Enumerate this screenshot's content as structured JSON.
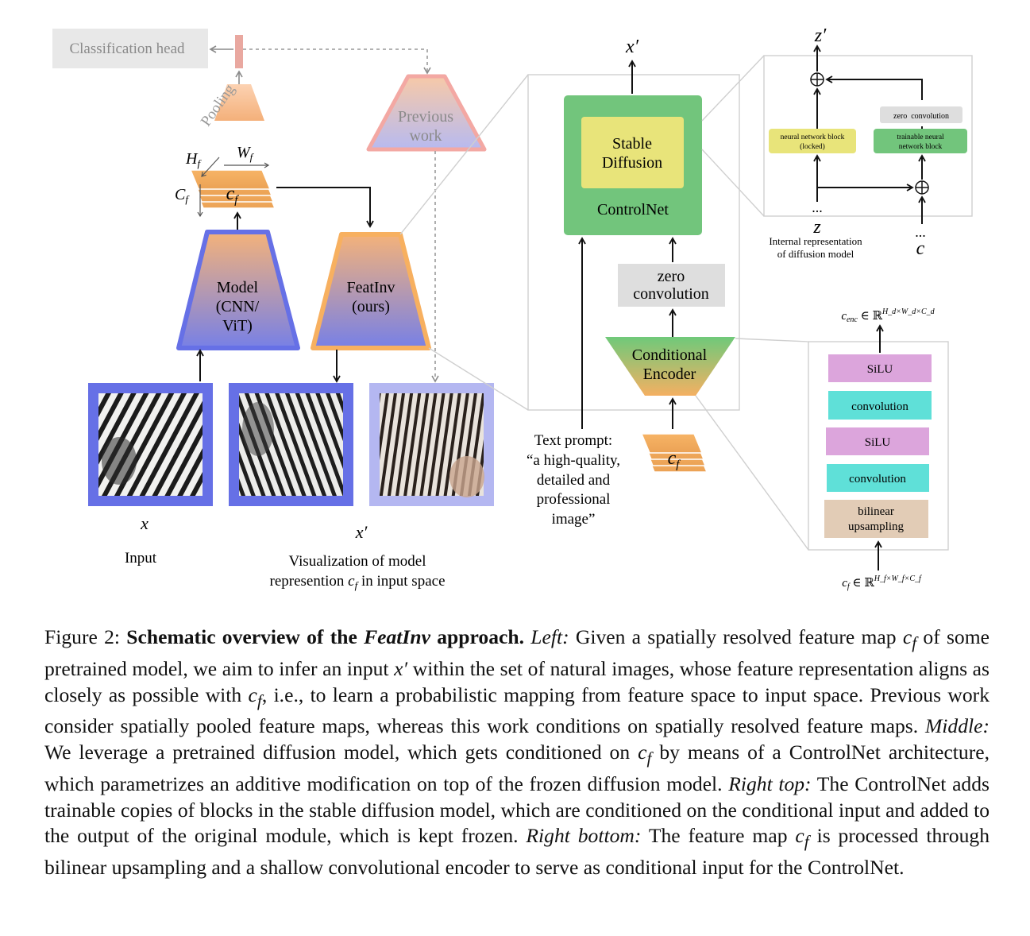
{
  "left": {
    "classification_head": "Classification head",
    "pooling": "Pooling",
    "previous_work": [
      "Previous",
      "work"
    ],
    "dim_h": "H",
    "dim_w": "W",
    "dim_c": "C",
    "dim_sub": "f",
    "feature_map_label": "c",
    "feature_map_sub": "f",
    "model": [
      "Model",
      "(CNN/",
      "ViT)"
    ],
    "featinv": [
      "FeatInv",
      "(ours)"
    ],
    "input_symbol": "x",
    "input_caption": "Input",
    "output_symbol": "x′",
    "vis_caption_line1": "Visualization of model",
    "vis_caption_line2_a": "represention ",
    "vis_caption_line2_sym": "c",
    "vis_caption_line2_sub": "f",
    "vis_caption_line2_b": " in input space"
  },
  "middle": {
    "output_symbol": "x′",
    "stable_diffusion": [
      "Stable",
      "Diffusion"
    ],
    "controlnet": "ControlNet",
    "zero_convolution": [
      "zero",
      "convolution"
    ],
    "conditional_encoder": [
      "Conditional",
      "Encoder"
    ],
    "text_prompt": [
      "Text prompt:",
      "“a high-quality,",
      "detailed and",
      "professional",
      "image”"
    ],
    "feature_map_label": "c",
    "feature_map_sub": "f"
  },
  "right_top": {
    "z_out": "z′",
    "zero_convolution": "zero  convolution",
    "locked_block": [
      "neural network block",
      "(locked)"
    ],
    "trainable_block": [
      "trainable neural",
      "network block"
    ],
    "dots_z": "...",
    "z_in": "z",
    "internal_rep": [
      "Internal representation",
      "of diffusion model"
    ],
    "dots_c": "...",
    "c_in": "c"
  },
  "right_bottom": {
    "out_label_sym": "c",
    "out_label_sub": "enc",
    "out_label_rest": " ∈ ℝ",
    "out_label_sup": "H_d×W_d×C_d",
    "layers": [
      "SiLU",
      "convolution",
      "SiLU",
      "convolution"
    ],
    "upsampling": [
      "bilinear",
      "upsampling"
    ],
    "in_label_sym": "c",
    "in_label_sub": "f",
    "in_label_rest": " ∈ ℝ",
    "in_label_sup": "H_f×W_f×C_f"
  },
  "caption": {
    "figure_label": "Figure 2: ",
    "title_a": "Schematic overview of the ",
    "title_em": "FeatInv",
    "title_b": " approach.",
    "left_label": "Left:",
    "text_1": " Given a spatially resolved feature map ",
    "sym_c": "c",
    "sym_f": "f",
    "text_2": " of some pretrained model, we aim to infer an input ",
    "sym_x": "x′",
    "text_3": " within the set of natural images, whose feature representation aligns as closely as possible with ",
    "text_4": ", i.e., to learn a probabilistic mapping from feature space to input space. Previous work consider spatially pooled feature maps, whereas this work conditions on spatially resolved feature maps. ",
    "middle_label": "Middle:",
    "text_5": " We leverage a pretrained diffusion model, which gets conditioned on ",
    "text_6": " by means of a ControlNet architecture, which parametrizes an additive modification on top of the frozen diffusion model. ",
    "right_top_label": "Right top:",
    "text_7": " The ControlNet adds trainable copies of blocks in the stable diffusion model, which are conditioned on the conditional input and added to the output of the original module, which is kept frozen. ",
    "right_bottom_label": "Right bottom:",
    "text_8": " The feature map ",
    "text_9": " is processed through bilinear upsampling and a shallow convolutional encoder to serve as conditional input for the ControlNet."
  },
  "colors": {
    "model_blue": "#6670e6",
    "featinv_orange": "#f7b060",
    "controlnet_green": "#72c57c",
    "stable_diffusion_yellow": "#e8e47a",
    "silu_pink": "#dca5dc",
    "convolution_cyan": "#5fe0d8",
    "upsampling_tan": "#e2ccb6",
    "zero_conv_gray": "#dedede"
  }
}
